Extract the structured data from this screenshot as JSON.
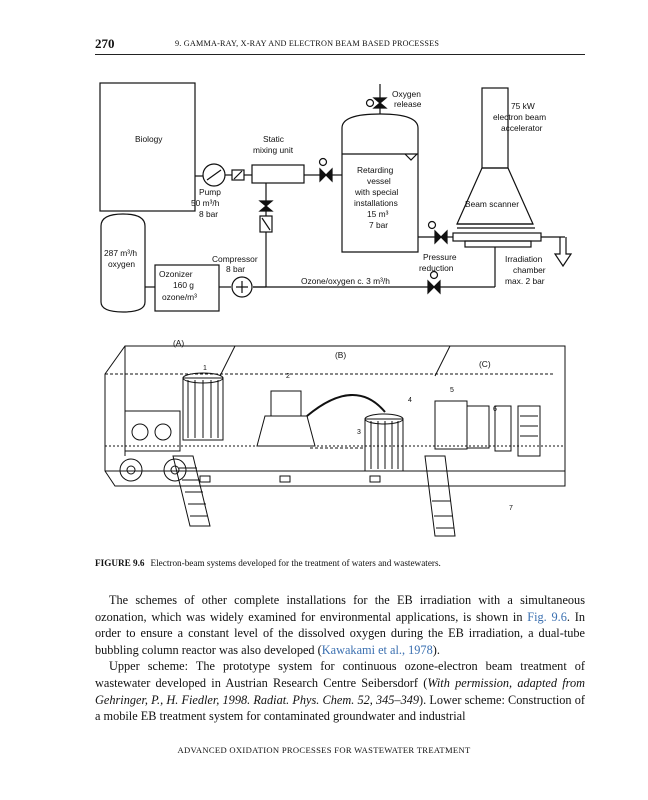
{
  "header": {
    "page_number": "270",
    "chapter_title": "9. GAMMA-RAY, X-RAY AND ELECTRON BEAM BASED PROCESSES"
  },
  "figure": {
    "upper_scheme": {
      "oxygen_release": [
        "Oxygen",
        "release"
      ],
      "beam": [
        "75 kW",
        "electron beam",
        "accelerator"
      ],
      "biology": "Biology",
      "static_mixing": [
        "Static",
        "mixing unit"
      ],
      "retarding": [
        "Retarding",
        "vessel",
        "with special",
        "installations",
        "15 m³",
        "7 bar"
      ],
      "pump": [
        "Pump",
        "50 m³/h",
        "8 bar"
      ],
      "beam_scanner": "Beam scanner",
      "oxygen_tank": [
        "287 m³/h",
        "oxygen"
      ],
      "compressor": [
        "Compressor",
        "8 bar"
      ],
      "ozonizer": [
        "Ozonizer",
        "160 g",
        "ozone/m³"
      ],
      "pressure_reduction": [
        "Pressure",
        "reduction"
      ],
      "irradiation": [
        "Irradiation",
        "chamber",
        "max. 2 bar"
      ],
      "ozone_line": "Ozone/oxygen c. 3 m³/h"
    },
    "lower_scheme": {
      "section_labels": [
        "(A)",
        "(B)",
        "(C)"
      ],
      "callouts": [
        "1",
        "2",
        "3",
        "4",
        "5",
        "6",
        "7"
      ]
    },
    "caption_number": "FIGURE 9.6",
    "caption_text": "Electron-beam systems developed for the treatment of waters and wastewaters."
  },
  "body": {
    "p1_a": "The schemes of other complete installations for the EB irradiation with a simultaneous ozonation, which was widely examined for environmental applications, is shown in ",
    "p1_link1": "Fig. 9.6",
    "p1_b": ". In order to ensure a constant level of the dissolved oxygen during the EB irradiation, a dual-tube bubbling column reactor was also developed (",
    "p1_link2": "Kawakami et al., 1978",
    "p1_c": ").",
    "p2_a": "Upper scheme: The prototype system for continuous ozone-electron beam treatment of wastewater developed in Austrian Research Centre Seibersdorf (",
    "p2_ital": "With permission, adapted from Gehringer, P., H. Fiedler, 1998. Radiat. Phys. Chem. 52, 345–349",
    "p2_b": "). Lower scheme: Construction of a mobile EB treatment system for contaminated groundwater and industrial"
  },
  "footer": "ADVANCED OXIDATION PROCESSES FOR WASTEWATER TREATMENT"
}
